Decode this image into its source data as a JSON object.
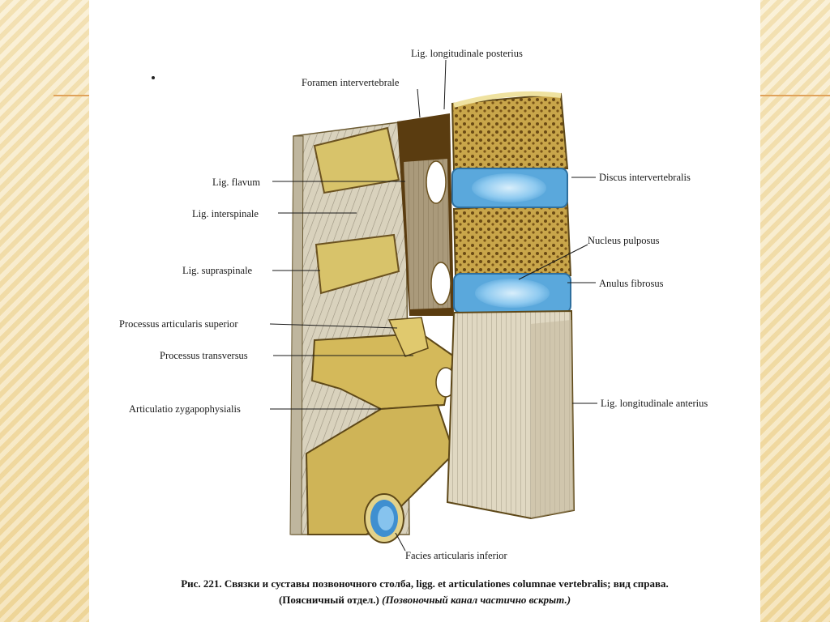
{
  "labels": {
    "lig_long_post": "Lig. longitudinale posterius",
    "foramen": "Foramen intervertebrale",
    "lig_flavum": "Lig. flavum",
    "discus": "Discus intervertebralis",
    "lig_interspinale": "Lig. interspinale",
    "nucleus": "Nucleus pulposus",
    "lig_supraspinale": "Lig. supraspinale",
    "anulus": "Anulus fibrosus",
    "proc_art_sup": "Processus articularis superior",
    "proc_transv": "Processus transversus",
    "artic_zyg": "Articulatio zygapophysialis",
    "lig_long_ant": "Lig. longitudinale anterius",
    "facies": "Facies articularis inferior"
  },
  "caption": {
    "line1": "Рис. 221. Связки и суставы позвоночного столба, ligg. et articulationes columnae vertebralis; вид справа.",
    "line2_normal": "(Поясничный отдел.)",
    "line2_italic": "(Позвоночный канал частично вскрыт.)"
  },
  "colors": {
    "bone": "#d8c36a",
    "bone_dark": "#8a6a20",
    "disc_blue": "#6fb6e6",
    "ligament": "#cfc7b4",
    "background": "#f6e7bf"
  }
}
